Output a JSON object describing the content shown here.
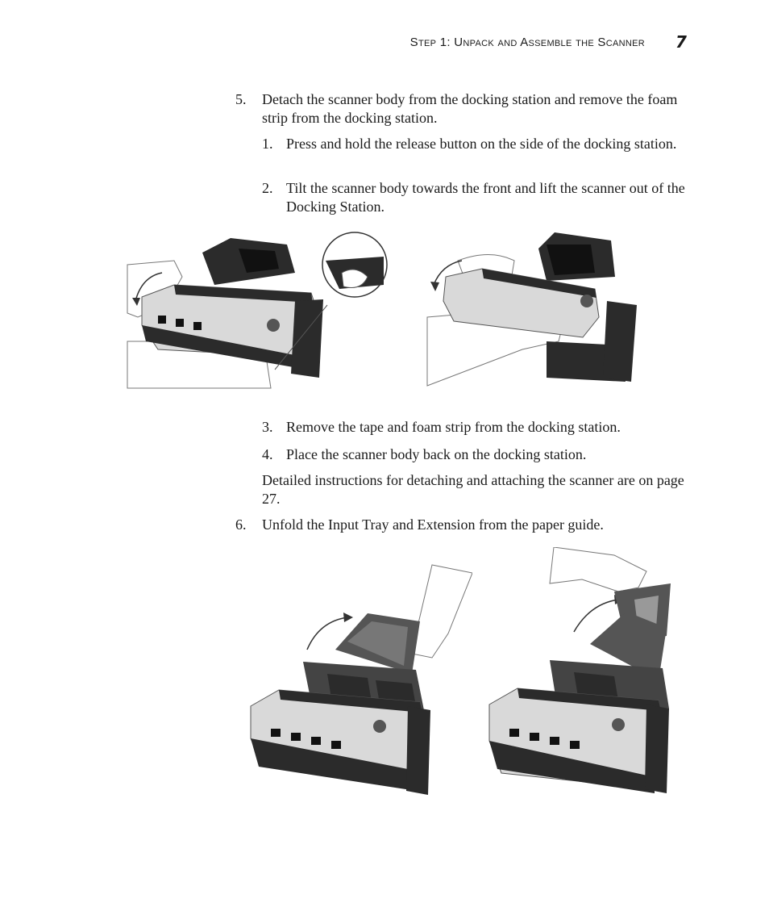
{
  "header": {
    "title": "Step 1: Unpack and Assemble the Scanner",
    "page_number": "7"
  },
  "steps": [
    {
      "number": "5.",
      "text": "Detach the scanner body from the docking station and remove the foam strip from the docking station."
    },
    {
      "number": "1.",
      "text": "Press and hold the release button on the side of the docking station."
    },
    {
      "number": "2.",
      "text": "Tilt the scanner body towards the front and lift the scanner out of the Docking Station."
    },
    {
      "number": "3.",
      "text": "Remove the tape and foam strip from the docking station."
    },
    {
      "number": "4.",
      "text": "Place the scanner body back on the docking station."
    },
    {
      "number": "6.",
      "text": "Unfold the Input Tray and Extension from the paper guide."
    }
  ],
  "note": "Detailed instructions for detaching and attaching the scanner are on page 27.",
  "colors": {
    "text": "#1a1a1a",
    "scanner_dark": "#2b2b2b",
    "scanner_silver": "#d9d9d9",
    "line": "#555555"
  },
  "icons": [
    "scanner-release-illustration",
    "scanner-lift-illustration",
    "input-tray-unfold-illustration",
    "extension-unfold-illustration"
  ]
}
